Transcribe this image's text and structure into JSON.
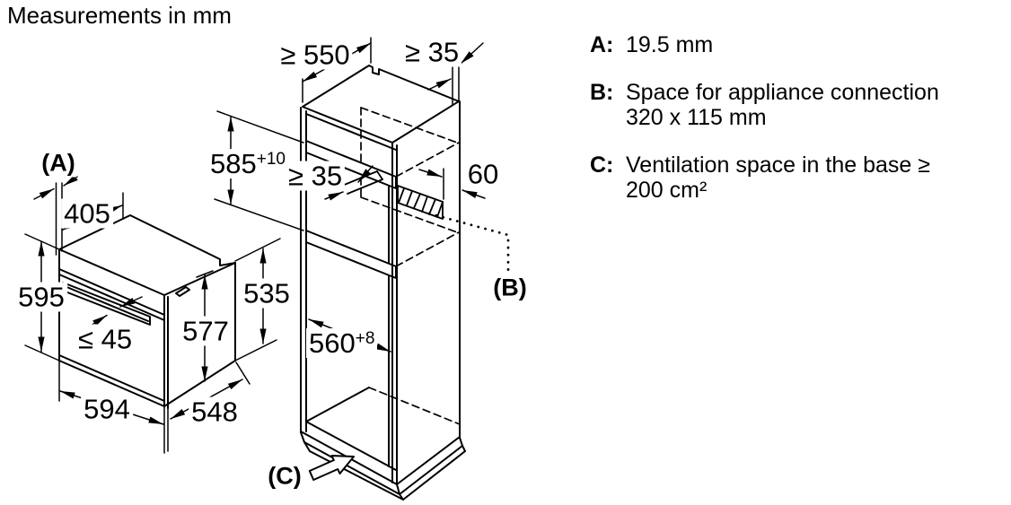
{
  "title": "Measurements in mm",
  "oven_view": {
    "corner_label": "(A)",
    "top_depth": "405",
    "front_height": "595",
    "handle_clearance": "≤ 45",
    "body_height": "577",
    "rear_height": "535",
    "width": "594",
    "depth": "548"
  },
  "cabinet_view": {
    "min_install_depth": "≥ 550",
    "rear_top_gap": "≥ 35",
    "niche_height": "585",
    "niche_height_tolerance": "+10",
    "shelf_rear_gap": "≥ 35",
    "connection_offset": "60",
    "niche_width": "560",
    "niche_width_tolerance": "+8",
    "connection_label": "(B)",
    "ventilation_label": "(C)"
  },
  "legend": {
    "items": [
      {
        "key": "A:",
        "lines": [
          "19.5 mm",
          ""
        ]
      },
      {
        "key": "B:",
        "lines": [
          "Space for appliance connection",
          "320 x 115 mm"
        ]
      },
      {
        "key": "C:",
        "lines": [
          "Ventilation space in the base ≥",
          "200 cm²"
        ]
      }
    ]
  },
  "colors": {
    "line": "#000000",
    "text": "#000000",
    "background": "#ffffff"
  }
}
